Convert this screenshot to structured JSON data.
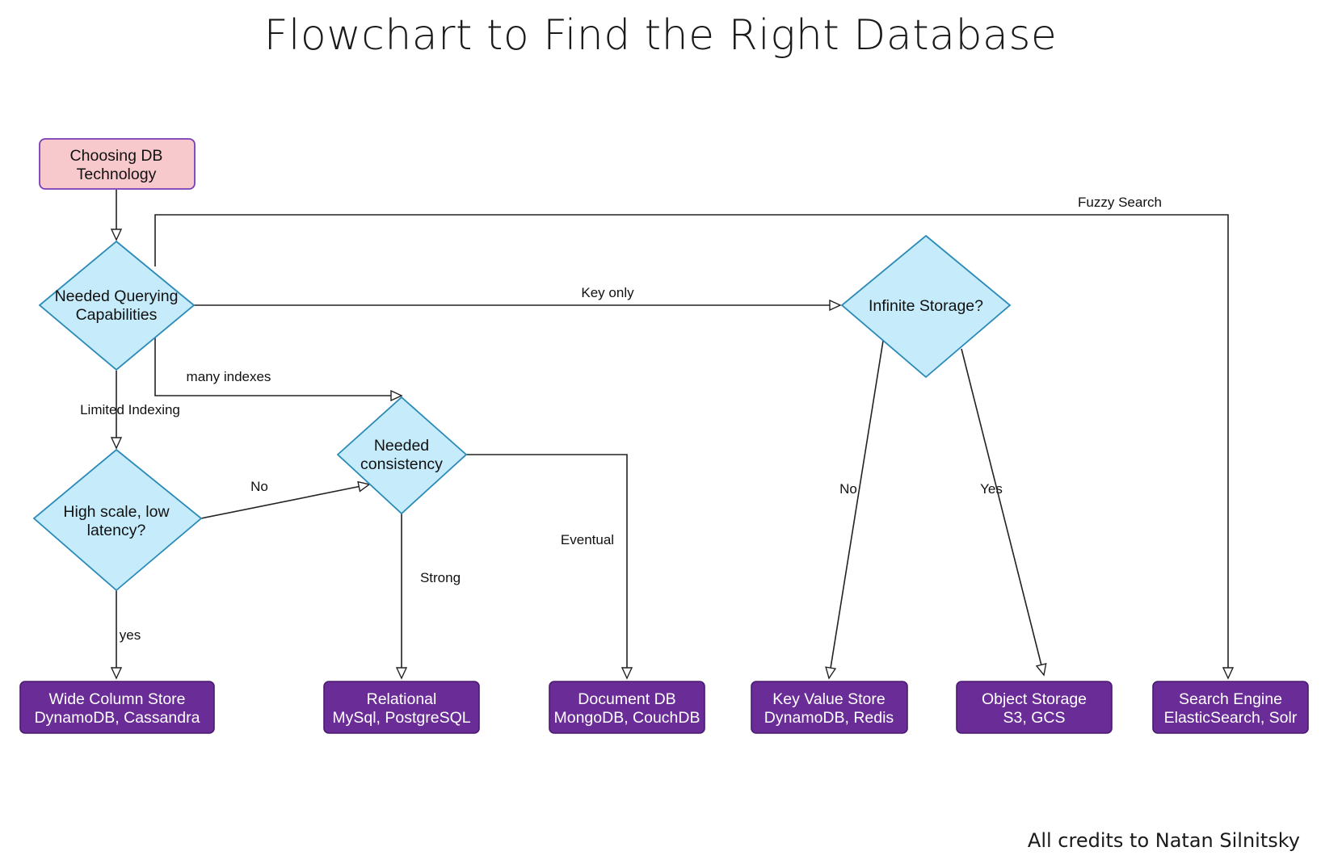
{
  "title": "Flowchart to Find the Right Database",
  "credits": "All credits to Natan Silnitsky",
  "colors": {
    "start_fill": "#f8c9cc",
    "start_stroke": "#7a3db8",
    "decision_fill": "#c6ecfb",
    "decision_stroke": "#2a8ab8",
    "result_fill": "#6a2c96",
    "result_stroke": "#4b1a70",
    "line": "#222222"
  },
  "nodes": {
    "start": {
      "line1": "Choosing DB",
      "line2": "Technology"
    },
    "querying": {
      "line1": "Needed Querying",
      "line2": "Capabilities"
    },
    "scale": {
      "line1": "High scale, low",
      "line2": "latency?"
    },
    "consistency": {
      "line1": "Needed",
      "line2": "consistency"
    },
    "storage": {
      "line1": "Infinite Storage?"
    },
    "wide_column": {
      "line1": "Wide Column Store",
      "line2": "DynamoDB, Cassandra"
    },
    "relational": {
      "line1": "Relational",
      "line2": "MySql, PostgreSQL"
    },
    "document": {
      "line1": "Document DB",
      "line2": "MongoDB, CouchDB"
    },
    "key_value": {
      "line1": "Key Value Store",
      "line2": "DynamoDB, Redis"
    },
    "object_storage": {
      "line1": "Object Storage",
      "line2": "S3, GCS"
    },
    "search_engine": {
      "line1": "Search Engine",
      "line2": "ElasticSearch, Solr"
    }
  },
  "edges": {
    "fuzzy_search": "Fuzzy Search",
    "key_only": "Key only",
    "many_indexes": "many indexes",
    "limited_indexing": "Limited Indexing",
    "no_scale": "No",
    "yes_scale": "yes",
    "strong": "Strong",
    "eventual": "Eventual",
    "no_storage": "No",
    "yes_storage": "Yes"
  }
}
